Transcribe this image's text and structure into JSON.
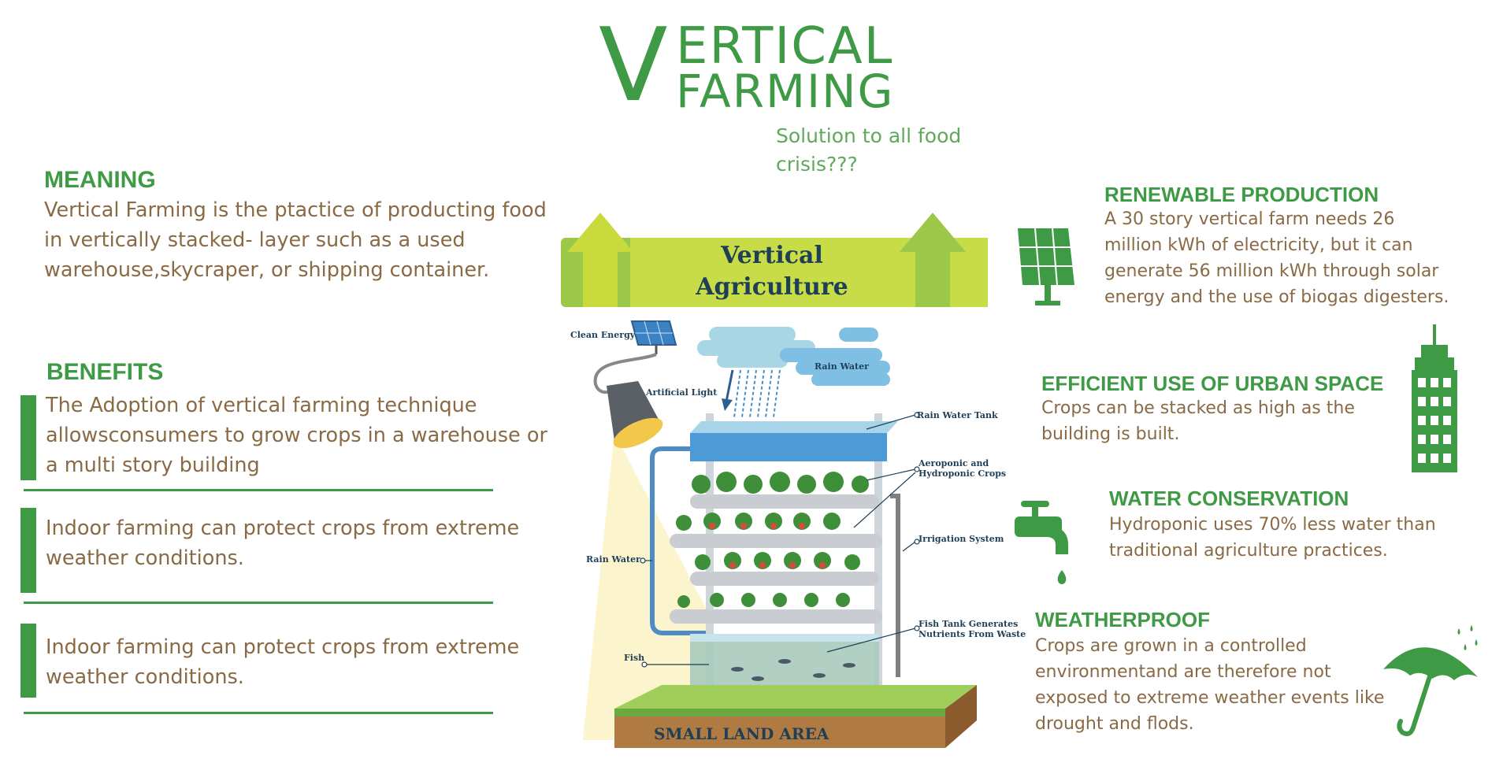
{
  "title": {
    "big_letter": "V",
    "line1": "ERTICAL",
    "line2": "FARMING"
  },
  "subtitle": "Solution to all food crisis???",
  "meaning": {
    "heading": "MEANING",
    "text": "Vertical Farming is the ptactice of producting food in vertically stacked- layer such as a used warehouse,skycraper, or shipping container."
  },
  "benefits": {
    "heading": "BENEFITS",
    "items": [
      "The Adoption of vertical farming technique allowsconsumers to grow crops in a warehouse or a multi story building",
      "Indoor farming can protect crops from extreme weather conditions.",
      "Indoor farming can protect crops from extreme weather conditions."
    ]
  },
  "diagram": {
    "banner_line1": "Vertical",
    "banner_line2": "Agriculture",
    "labels": {
      "clean_energy": "Clean Energy",
      "rain_water_top": "Rain Water",
      "artificial_light": "Artificial Light",
      "rain_water_tank": "Rain Water Tank",
      "aeroponic": "Aeroponic and Hydroponic Crops",
      "irrigation": "Irrigation System",
      "rain_water_left": "Rain Water",
      "fish_tank": "Fish Tank Generates Nutrients From Waste",
      "fish": "Fish"
    },
    "land": "SMALL LAND AREA"
  },
  "right": {
    "renewable": {
      "heading": "RENEWABLE PRODUCTION",
      "text": "A 30 story vertical farm needs 26 million kWh of electricity, but it can generate 56 million kWh through solar energy and the use of biogas digesters."
    },
    "urban": {
      "heading": "EFFICIENT USE OF URBAN SPACE",
      "text": "Crops can be stacked as high as the building is built."
    },
    "water": {
      "heading": "WATER CONSERVATION",
      "text": "Hydroponic uses 70% less water than traditional agriculture practices."
    },
    "weather": {
      "heading": "WEATHERPROOF",
      "text": "Crops are grown in a controlled environmentand are therefore not exposed to extreme weather events like drought and flods."
    }
  },
  "icons": [
    "solar-panel-icon",
    "tower-building-icon",
    "water-tap-icon",
    "umbrella-icon"
  ],
  "colors": {
    "green": "#3f9a45",
    "brown_text": "#8a6a45",
    "navy": "#1f3f56"
  }
}
